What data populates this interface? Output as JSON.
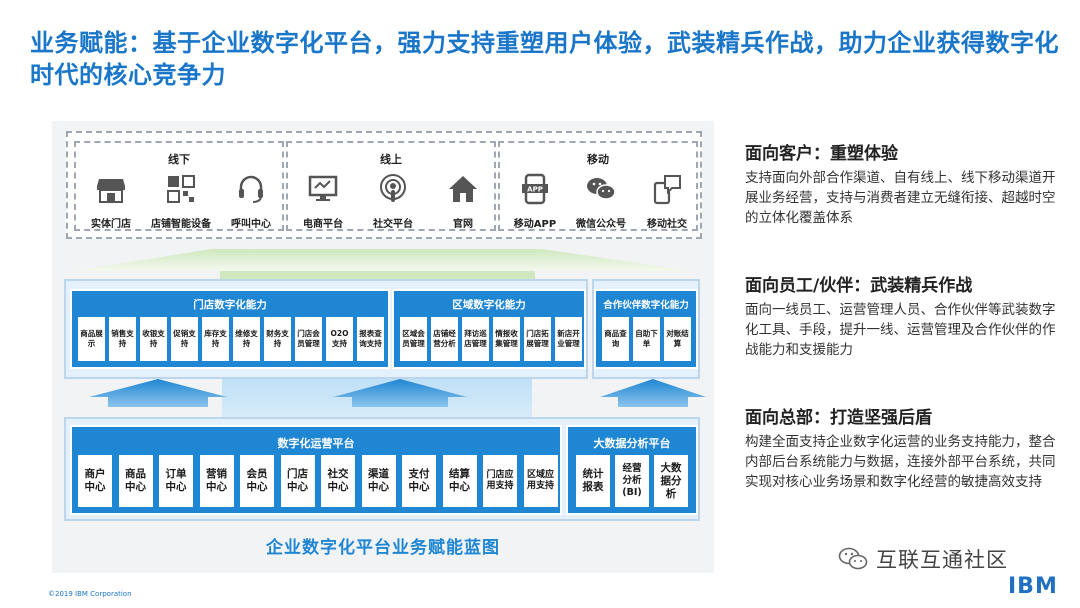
{
  "title": "业务赋能：基于企业数字化平台，强力支持重塑用户体验，武装精兵作战，助力企业获得数字化时代的核心竞争力",
  "channels": [
    {
      "title": "线下",
      "items": [
        {
          "label": "实体门店",
          "icon": "storefront-icon"
        },
        {
          "label": "店铺智能设备",
          "icon": "smart-device-icon"
        },
        {
          "label": "呼叫中心",
          "icon": "headset-icon"
        }
      ]
    },
    {
      "title": "线上",
      "items": [
        {
          "label": "电商平台",
          "icon": "monitor-icon"
        },
        {
          "label": "社交平台",
          "icon": "podcast-icon"
        },
        {
          "label": "官网",
          "icon": "home-icon"
        }
      ]
    },
    {
      "title": "移动",
      "items": [
        {
          "label": "移动APP",
          "icon": "mobile-app-icon"
        },
        {
          "label": "微信公众号",
          "icon": "wechat-icon"
        },
        {
          "label": "移动社交",
          "icon": "chat-phone-icon"
        }
      ]
    }
  ],
  "capabilities": [
    {
      "title": "门店数字化能力",
      "items": [
        "商品展示",
        "销售支持",
        "收银支持",
        "促销支持",
        "库存支持",
        "维修支持",
        "财务支持",
        "门店会员管理",
        "O2O支持",
        "报表查询支持"
      ]
    },
    {
      "title": "区域数字化能力",
      "items": [
        "区域会员管理",
        "店铺经营分析",
        "拜访巡店管理",
        "情报收集管理",
        "门店拓展管理",
        "新店开业管理"
      ]
    },
    {
      "title": "合作伙伴数字化能力",
      "items": [
        "商品查询",
        "自助下单",
        "对账结算"
      ]
    }
  ],
  "platforms": [
    {
      "title": "数字化运营平台",
      "items": [
        "商户中心",
        "商品中心",
        "订单中心",
        "营销中心",
        "会员中心",
        "门店中心",
        "社交中心",
        "渠道中心",
        "支付中心",
        "结算中心",
        "门店应用支持",
        "区域应用支持"
      ]
    },
    {
      "title": "大数据分析平台",
      "items": [
        "统计报表",
        "经营分析(BI)",
        "大数据分析"
      ]
    }
  ],
  "caption": "企业数字化平台业务赋能蓝图",
  "descriptions": [
    {
      "heading": "面向客户：重塑体验",
      "text": "支持面向外部合作渠道、自有线上、线下移动渠道开展业务经营，支持与消费者建立无缝衔接、超越时空的立体化覆盖体系"
    },
    {
      "heading": "面向员工/伙伴：武装精兵作战",
      "text": "面向一线员工、运营管理人员、合作伙伴等武装数字化工具、手段，提升一线、运营管理及合作伙伴的作战能力和支援能力"
    },
    {
      "heading": "面向总部：打造坚强后盾",
      "text": "构建全面支持企业数字化运营的业务支持能力，整合内部后台系统能力与数据，连接外部平台系统，共同实现对核心业务场景和数字化经营的敏捷高效支持"
    }
  ],
  "footer": "©2019 IBM Corporation",
  "watermark": "互联互通社区",
  "logo": "IBM",
  "colors": {
    "accent": "#1f86d4",
    "title": "#1a76c8",
    "panel": "#f2f3f5"
  }
}
